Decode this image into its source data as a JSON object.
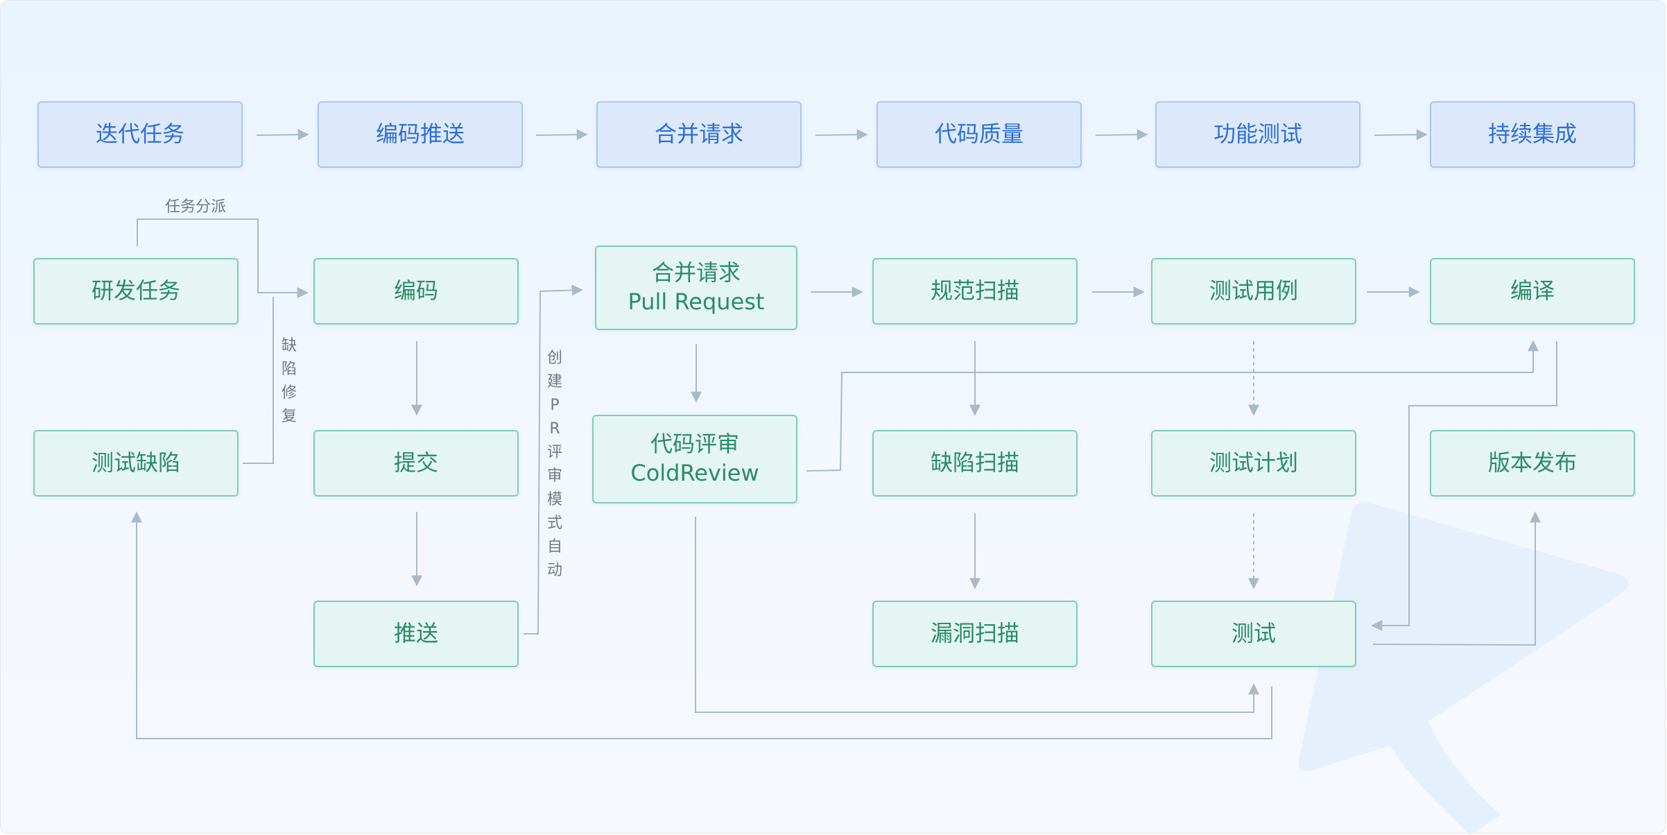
{
  "stages": [
    "迭代任务",
    "编码推送",
    "合并请求",
    "代码质量",
    "功能测试",
    "持续集成"
  ],
  "tasks": {
    "dev_task": "研发任务",
    "test_defect": "测试缺陷",
    "coding": "编码",
    "commit": "提交",
    "push": "推送",
    "merge_request": {
      "line1": "合并请求",
      "line2": "Pull Request"
    },
    "code_review": {
      "line1": "代码评审",
      "line2": "ColdReview"
    },
    "spec_scan": "规范扫描",
    "defect_scan": "缺陷扫描",
    "vuln_scan": "漏洞扫描",
    "test_case": "测试用例",
    "test_plan": "测试计划",
    "test": "测试",
    "compile": "编译",
    "release": "版本发布"
  },
  "edge_labels": {
    "assign": "任务分派",
    "fix": "缺陷修复",
    "create_pr": "创建PR评审模式自动"
  },
  "colors": {
    "stage_fill": "#dde9fb",
    "stage_border": "#a9c6f2",
    "stage_text": "#2f6fd6",
    "task_fill": "#e4f5f3",
    "task_border": "#7fcdb4",
    "task_text": "#2b8c66",
    "connector": "#aab8c8"
  }
}
